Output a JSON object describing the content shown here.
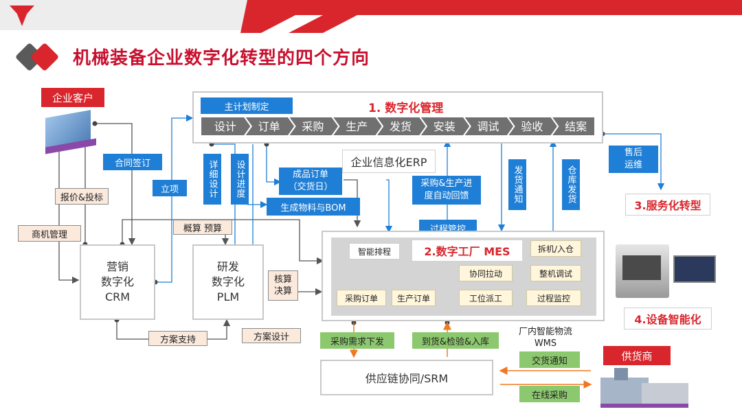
{
  "page": {
    "title": "机械装备企业数字化转型的四个方向"
  },
  "colors": {
    "accent_red": "#d9262c",
    "blue": "#1f7fd6",
    "green": "#8cc86e",
    "tan": "#fbe9dc",
    "light_gray": "#d4d4d4",
    "process_gray": "#707070"
  },
  "left": {
    "customer": "企业客户",
    "contract": "合同签订",
    "quote": "报价&投标",
    "opportunity": "商机管理",
    "project": "立项",
    "budget": "概算 预算",
    "crm": "营销\n数字化\nCRM",
    "plm": "研发\n数字化\nPLM",
    "solution_support": "方案支持",
    "solution_design": "方案设计",
    "detail_design": "详细设计",
    "design_progress": "设计进度",
    "check_settle": "核算\n决算"
  },
  "erp": {
    "heading": "1. 数字化管理",
    "master_plan": "主计划制定",
    "steps": [
      "设计",
      "订单",
      "采购",
      "生产",
      "发货",
      "安装",
      "调试",
      "验收",
      "结案"
    ],
    "label": "企业信息化ERP",
    "finished_order": "成品订单\n（交货日）",
    "material_bom": "生成物料与BOM",
    "feedback": "采购&生产进\n度自动回馈",
    "ship_notice": "发货通知",
    "warehouse_ship": "仓库发货",
    "process_control": "过程管控",
    "after_sales": "售后\n运维"
  },
  "mes": {
    "heading": "2.数字工厂 MES",
    "smart_schedule": "智能排程",
    "purchase_order": "采购订单",
    "production_order": "生产订单",
    "collab_pull": "协同拉动",
    "station_dispatch": "工位派工",
    "process_monitor": "过程监控",
    "unload_store": "拆机/入仓",
    "machine_debug": "整机调试"
  },
  "right": {
    "service": "3.服务化转型",
    "equipment": "4.设备智能化",
    "supplier": "供货商",
    "wms": "厂内智能物流\nWMS",
    "delivery_notice": "交货通知",
    "online_purchase": "在线采购"
  },
  "bottom": {
    "purchase_demand": "采购需求下发",
    "arrival": "到货&检验&入库",
    "srm": "供应链协同/SRM"
  }
}
